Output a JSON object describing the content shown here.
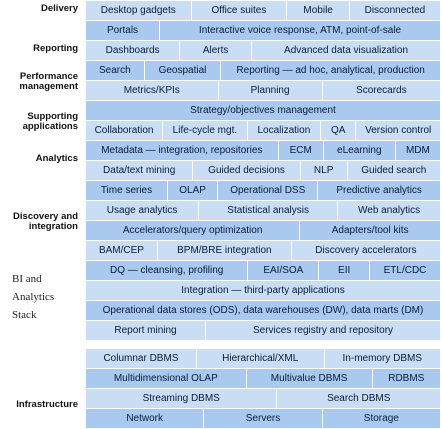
{
  "categories": [
    {
      "key": "delivery",
      "label": "Delivery"
    },
    {
      "key": "reporting",
      "label": "Reporting"
    },
    {
      "key": "performance",
      "label": "Performance management"
    },
    {
      "key": "supporting",
      "label": "Supporting applications"
    },
    {
      "key": "analytics",
      "label": "Analytics"
    },
    {
      "key": "discovery",
      "label": "Discovery and integration"
    },
    {
      "key": "infrastructure",
      "label": "Infrastructure"
    }
  ],
  "side_note": [
    "BI and",
    "Analytics",
    "Stack"
  ],
  "rows": [
    [
      "Desktop gadgets",
      "Office suites",
      "Mobile",
      "Disconnected"
    ],
    [
      "Portals",
      "Interactive voice response, ATM, point-of-sale"
    ],
    [
      "Dashboards",
      "Alerts",
      "Advanced data visualization"
    ],
    [
      "Search",
      "Geospatial",
      "Reporting — ad hoc, analytical, production"
    ],
    [
      "Metrics/KPIs",
      "Planning",
      "Scorecards"
    ],
    [
      "Strategy/objectives management"
    ],
    [
      "Collaboration",
      "Life-cycle mgt.",
      "Localization",
      "QA",
      "Version control"
    ],
    [
      "Metadata — integration, repositories",
      "ECM",
      "eLearning",
      "MDM"
    ],
    [
      "Data/text mining",
      "Guided decisions",
      "NLP",
      "Guided search"
    ],
    [
      "Time series",
      "OLAP",
      "Operational DSS",
      "Predictive analytics"
    ],
    [
      "Usage analytics",
      "Statistical analysis",
      "Web analytics"
    ],
    [
      "Accelerators/query optimization",
      "Adapters/tool kits"
    ],
    [
      "BAM/CEP",
      "BPM/BRE integration",
      "Discovery accelerators"
    ],
    [
      "DQ — cleansing, profiling",
      "EAI/SOA",
      "EII",
      "ETL/CDC"
    ],
    [
      "Integration — third-party applications"
    ],
    [
      "Operational data stores (ODS), data warehouses (DW), data marts (DM)"
    ],
    [
      "Report mining",
      "Services registry and repository"
    ],
    [],
    [
      "Columnar DBMS",
      "Hierarchical/XML",
      "In-memory DBMS"
    ],
    [
      "Multidimensional OLAP",
      "Multivalue DBMS",
      "RDBMS"
    ],
    [
      "Streaming DBMS",
      "Search DBMS"
    ],
    [
      "Network",
      "Servers",
      "Storage"
    ]
  ]
}
